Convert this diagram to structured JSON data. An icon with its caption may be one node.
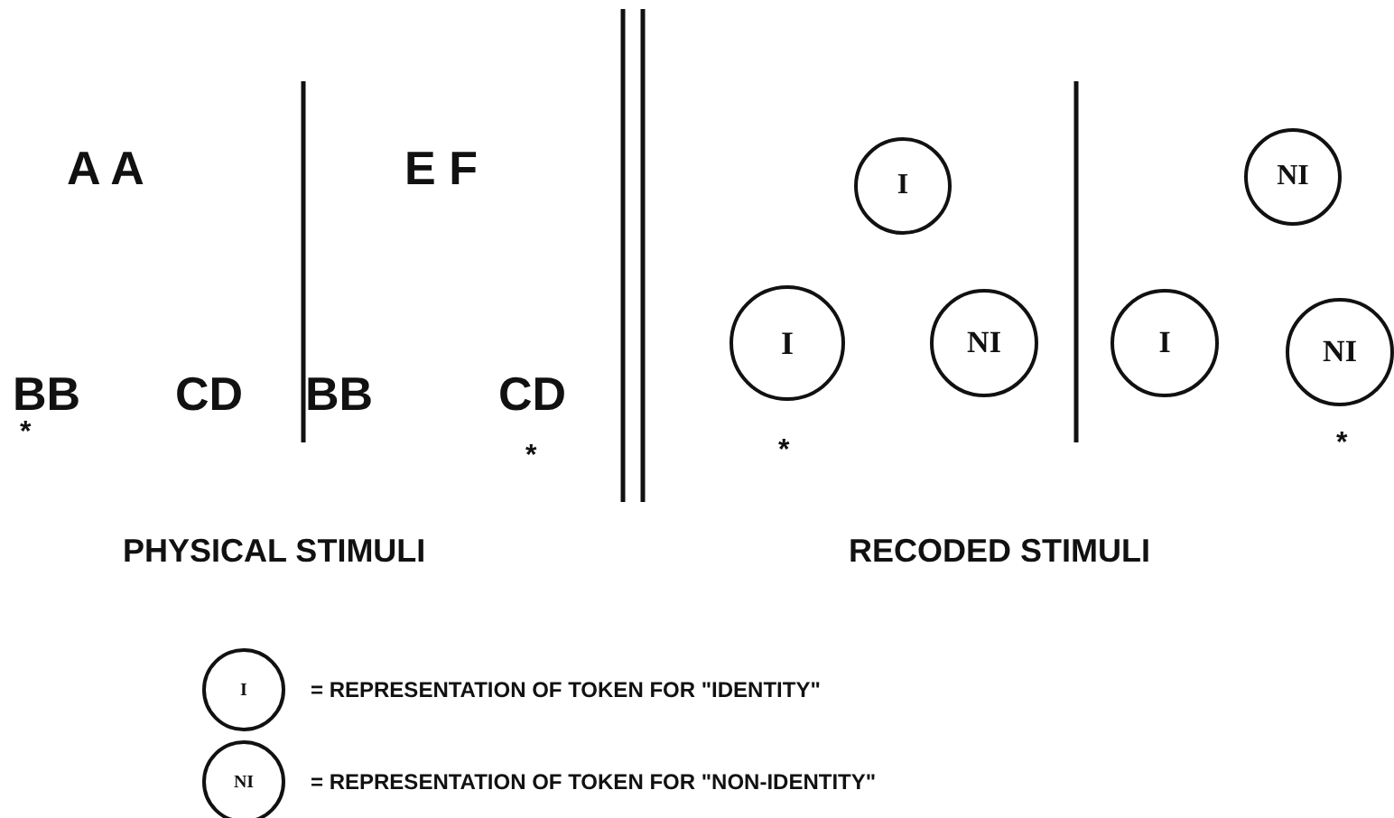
{
  "diagram": {
    "nodes": [
      {
        "text": [
          "I"
        ]
      },
      {
        "text": [
          "NI"
        ]
      },
      {
        "text": [
          "I"
        ]
      },
      {
        "text": [
          "NI"
        ]
      },
      {
        "text": [
          "I"
        ]
      },
      {
        "text": [
          "NI"
        ]
      },
      {
        "text": [
          "I"
        ]
      },
      {
        "text": [
          "NI"
        ]
      }
    ],
    "labels": [
      "A A",
      "E F",
      "BB",
      "CD",
      "BB",
      "CD",
      "*",
      "*",
      "*",
      "*",
      "PHYSICAL STIMULI",
      "RECODED STIMULI",
      "= REPRESENTATION OF TOKEN FOR \"IDENTITY\"",
      "= REPRESENTATION OF TOKEN FOR \"NON-IDENTITY\""
    ]
  }
}
